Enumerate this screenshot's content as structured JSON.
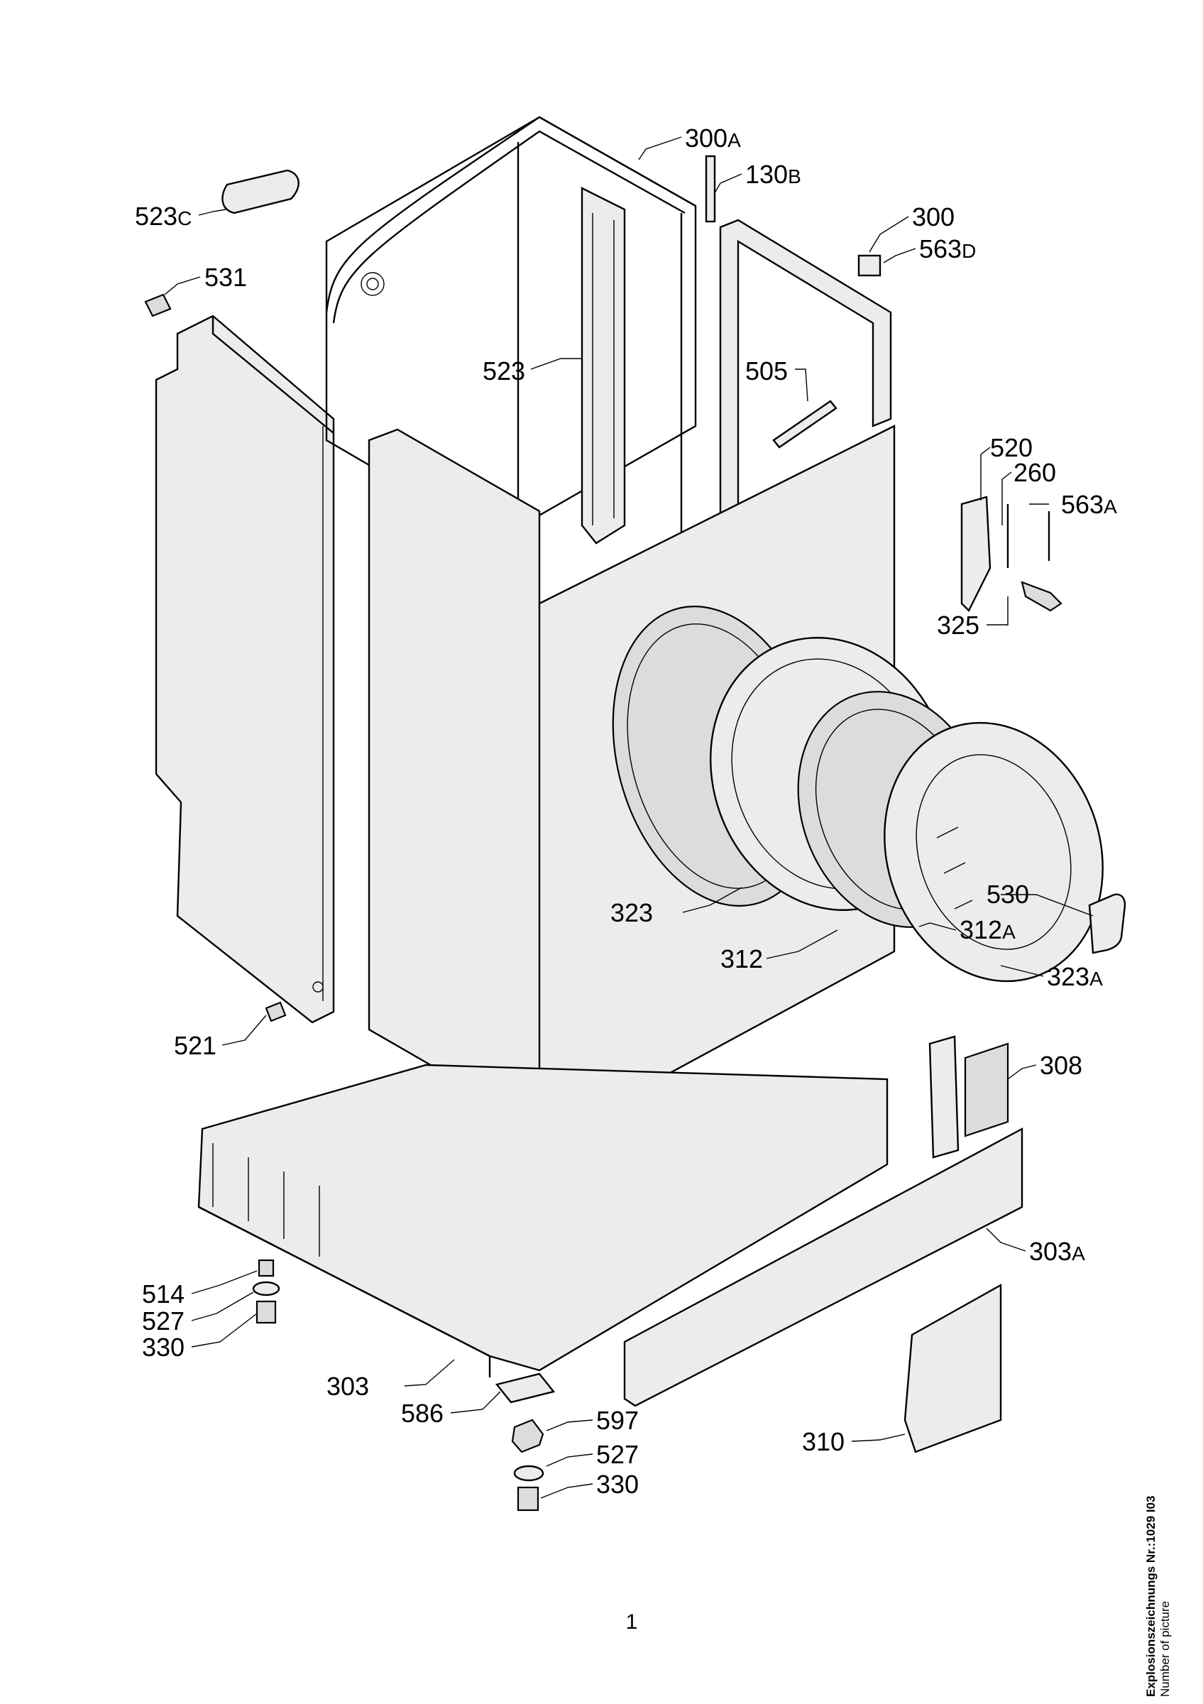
{
  "diagram": {
    "labels": [
      {
        "id": "label-300a",
        "num": "300",
        "suffix": "A"
      },
      {
        "id": "label-130b",
        "num": "130",
        "suffix": "B"
      },
      {
        "id": "label-523c",
        "num": "523",
        "suffix": "C"
      },
      {
        "id": "label-300",
        "num": "300",
        "suffix": ""
      },
      {
        "id": "label-563d",
        "num": "563",
        "suffix": "D"
      },
      {
        "id": "label-531",
        "num": "531",
        "suffix": ""
      },
      {
        "id": "label-523",
        "num": "523",
        "suffix": ""
      },
      {
        "id": "label-505",
        "num": "505",
        "suffix": ""
      },
      {
        "id": "label-520",
        "num": "520",
        "suffix": ""
      },
      {
        "id": "label-260",
        "num": "260",
        "suffix": ""
      },
      {
        "id": "label-563a",
        "num": "563",
        "suffix": "A"
      },
      {
        "id": "label-325",
        "num": "325",
        "suffix": ""
      },
      {
        "id": "label-530",
        "num": "530",
        "suffix": ""
      },
      {
        "id": "label-323",
        "num": "323",
        "suffix": ""
      },
      {
        "id": "label-312a",
        "num": "312",
        "suffix": "A"
      },
      {
        "id": "label-312",
        "num": "312",
        "suffix": ""
      },
      {
        "id": "label-323a",
        "num": "323",
        "suffix": "A"
      },
      {
        "id": "label-521",
        "num": "521",
        "suffix": ""
      },
      {
        "id": "label-308",
        "num": "308",
        "suffix": ""
      },
      {
        "id": "label-303a",
        "num": "303",
        "suffix": "A"
      },
      {
        "id": "label-514",
        "num": "514",
        "suffix": ""
      },
      {
        "id": "label-527-left",
        "num": "527",
        "suffix": ""
      },
      {
        "id": "label-330-left",
        "num": "330",
        "suffix": ""
      },
      {
        "id": "label-303",
        "num": "303",
        "suffix": ""
      },
      {
        "id": "label-586",
        "num": "586",
        "suffix": ""
      },
      {
        "id": "label-597",
        "num": "597",
        "suffix": ""
      },
      {
        "id": "label-527-right",
        "num": "527",
        "suffix": ""
      },
      {
        "id": "label-330-right",
        "num": "330",
        "suffix": ""
      },
      {
        "id": "label-310",
        "num": "310",
        "suffix": ""
      }
    ]
  },
  "footer": {
    "page_number": "1",
    "drawing_number": "Explosionszeichnungs Nr.:1029 I03",
    "caption": "Number of picture"
  }
}
